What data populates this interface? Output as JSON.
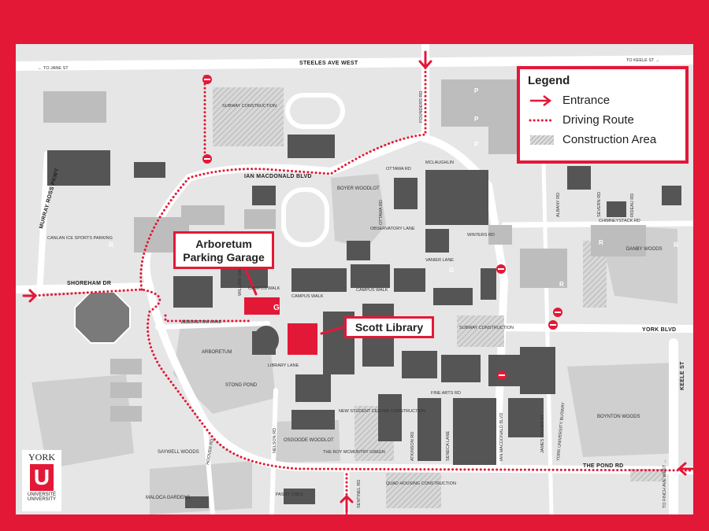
{
  "legend": {
    "title": "Legend",
    "items": [
      {
        "label": "Entrance",
        "icon": "arrow-icon"
      },
      {
        "label": "Driving Route",
        "icon": "dotted-line-icon"
      },
      {
        "label": "Construction Area",
        "icon": "hatch-icon"
      }
    ]
  },
  "callouts": {
    "garage_line1": "Arboretum",
    "garage_line2": "Parking Garage",
    "library": "Scott Library"
  },
  "roads": {
    "steeles": "STEELES AVE WEST",
    "to_jane": "← TO JANE ST",
    "to_keele": "TO KEELE ST →",
    "ian_macdonald_top": "IAN MACDONALD BLVD",
    "ian_macdonald_vert": "IAN MACDONALD BLVD",
    "murray_ross": "MURRAY ROSS PKWY",
    "shoreham": "SHOREHAM DR",
    "arboretum_lane": "ARBORETUM LANE",
    "york_blvd": "YORK BLVD",
    "keele": "KEELE ST",
    "to_finch": "TO FINCH AVE WEST →",
    "pond_rd": "THE POND RD",
    "fine_arts": "FINE ARTS RD",
    "chimneystack": "CHIMNEYSTACK RD",
    "winters": "WINTERS RD",
    "vanier": "VANIER LANE",
    "ottawa": "OTTAWA RD",
    "ottawa_vert": "OTTAWA RD",
    "mclaughlin": "MCLAUGHLIN",
    "founders": "FOUNDERS RD",
    "albany": "ALBANY RD",
    "severn": "SEVERN RD",
    "rideau": "RIDEAU RD",
    "hoover": "HOOVER RD",
    "nelson": "NELSON RD",
    "sentinel": "SENTINEL RD",
    "atkinson": "ATKINSON RD",
    "seneca": "SENECA LANE",
    "james_gillies": "JAMES GILLIES ST",
    "york_busway": "YORK UNIVERSITY BUSWAY",
    "passy": "PASSY CRES",
    "observatory": "OBSERVATORY LANE",
    "campus_walk1": "CAMPUS WALK",
    "campus_walk2": "CAMPUS WALK",
    "campus_walk3": "CAMPUS WALK",
    "library_lane": "LIBRARY LANE",
    "william_small": "WILLIAM SMALL"
  },
  "areas": {
    "boyer": "BOYER WOODLOT",
    "danby": "DANBY WOODS",
    "boynton": "BOYNTON WOODS",
    "arboretum": "ARBORETUM",
    "stong": "STONG POND",
    "saywell": "SAYWELL WOODS",
    "osgoode": "OSGOODE WOODLOT",
    "maloca": "MALOCA GARDENS",
    "subway1": "SUBWAY CONSTRUCTION",
    "subway2": "SUBWAY CONSTRUCTION",
    "canlan": "CANLAN ICE SPORTS PARKING",
    "student_centre": "NEW STUDENT CENTRE CONSTRUCTION",
    "quad": "QUAD HOUSING CONSTRUCTION",
    "keele_green": "THE ROY MCMURTRY GREEN"
  },
  "markers": {
    "garage": "G",
    "g_vanier": "G",
    "p": "P",
    "r": "R"
  },
  "logo": {
    "word": "YORK",
    "letter": "U",
    "line1": "UNIVERSITÉ",
    "line2": "UNIVERSITY"
  },
  "colors": {
    "brand_red": "#e31837",
    "building": "#555555",
    "map_bg": "#e6e6e6",
    "road": "#ffffff"
  }
}
